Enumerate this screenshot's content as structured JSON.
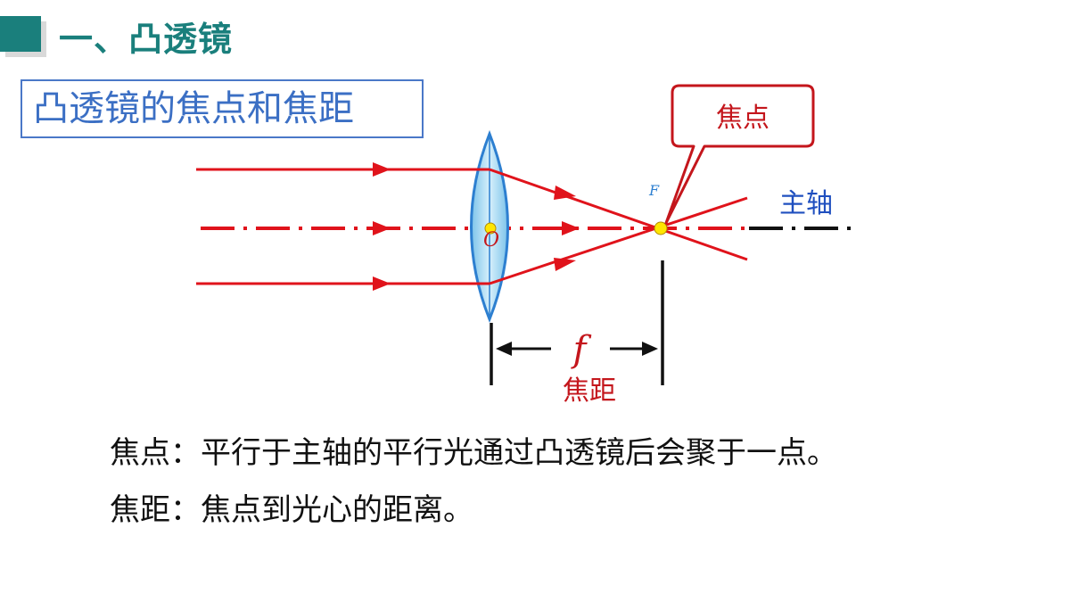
{
  "header": {
    "title": "一、凸透镜"
  },
  "subtitle": "凸透镜的焦点和焦距",
  "diagram": {
    "callout_label": "焦点",
    "focal_point_label": "F",
    "principal_axis_label": "主轴",
    "optical_center_label": "O",
    "focal_length_symbol": "f",
    "focal_length_label": "焦距",
    "colors": {
      "ray": "#e0131b",
      "label_red": "#c4161c",
      "axis_label": "#1f4fbf",
      "lens_fill": "#a9d8f0",
      "lens_stroke": "#2d7fd0",
      "point": "#ffe600"
    }
  },
  "definitions": [
    {
      "term": "焦点",
      "text": "：平行于主轴的平行光通过凸透镜后会聚于一点。"
    },
    {
      "term": "焦距",
      "text": "：焦点到光心的距离。"
    }
  ]
}
